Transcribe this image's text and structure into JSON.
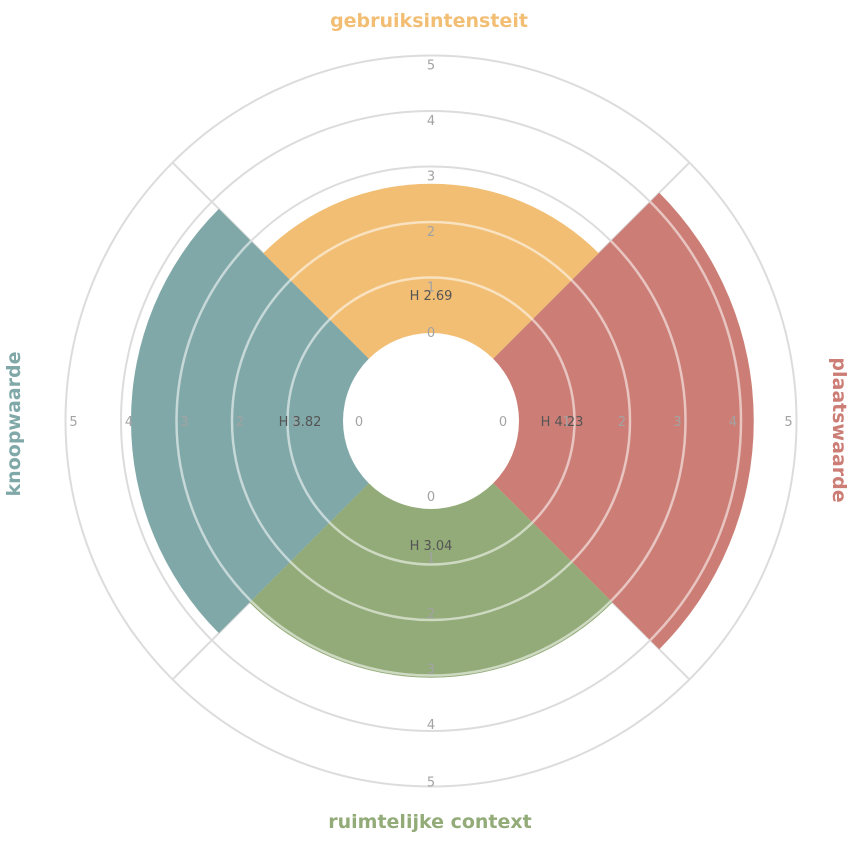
{
  "chart_data": {
    "type": "polar-area",
    "scale": {
      "min": 0,
      "max": 5,
      "ticks": [
        "0",
        "1",
        "2",
        "3",
        "4",
        "5"
      ]
    },
    "grid": true,
    "series": [
      {
        "name": "gebruiksintensteit",
        "value": 2.69,
        "label": "H 2.69",
        "color": "#f2be74",
        "direction": "top"
      },
      {
        "name": "plaatswaarde",
        "value": 4.23,
        "label": "H 4.23",
        "color": "#cc7e76",
        "direction": "right"
      },
      {
        "name": "ruimtelijke context",
        "value": 3.04,
        "label": "H 3.04",
        "color": "#92ab78",
        "direction": "bottom"
      },
      {
        "name": "knoopwaarde",
        "value": 3.82,
        "label": "H 3.82",
        "color": "#80a8a8",
        "direction": "left"
      }
    ]
  }
}
